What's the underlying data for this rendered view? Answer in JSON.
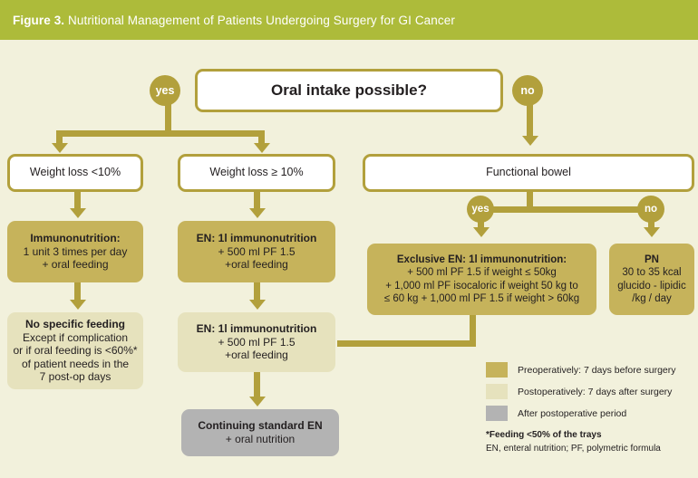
{
  "header": {
    "figure_label": "Figure 3.",
    "title": " Nutritional Management of Patients Undergoing Surgery for GI Cancer"
  },
  "nodes": {
    "oral_intake": {
      "line1": "Oral intake possible?"
    },
    "weight_loss_low": {
      "line1": "Weight loss <10%"
    },
    "weight_loss_high": {
      "line1": "Weight loss ≥ 10%"
    },
    "functional_bowel": {
      "line1": "Functional bowel"
    },
    "immunonutrition": {
      "line1": "Immunonutrition:",
      "line2": "1 unit 3 times per day",
      "line3": "+ oral feeding"
    },
    "no_specific_feeding": {
      "line1": "No specific feeding",
      "line2": "Except if complication",
      "line3": "or if oral feeding is <60%*",
      "line4": "of patient needs in the",
      "line5": "7 post-op days"
    },
    "en_pre": {
      "line1": "EN: 1l immunonutrition",
      "line2": "+ 500 ml PF 1.5",
      "line3": "+oral feeding"
    },
    "en_post": {
      "line1": "EN: 1l immunonutrition",
      "line2": "+ 500 ml PF 1.5",
      "line3": "+oral feeding"
    },
    "continuing_en": {
      "line1": "Continuing standard EN",
      "line2": "+ oral nutrition"
    },
    "exclusive_en": {
      "line1": "Exclusive EN: 1l immunonutrition:",
      "line2": "+ 500 ml PF 1.5 if weight ≤ 50kg",
      "line3": "+ 1,000 ml PF isocaloric if weight 50 kg to",
      "line4": "≤ 60 kg + 1,000 ml PF 1.5 if weight > 60kg"
    },
    "pn": {
      "line1": "PN",
      "line2": "30 to 35 kcal",
      "line3": "glucido - lipidic",
      "line4": "/kg / day"
    }
  },
  "branches": {
    "oral_yes": "yes",
    "oral_no": "no",
    "bowel_yes": "yes",
    "bowel_no": "no"
  },
  "legend": {
    "items": [
      {
        "label": "Preoperatively: 7 days before surgery",
        "swatch": "dark",
        "color": "#c6b35b"
      },
      {
        "label": "Postoperatively: 7 days after surgery",
        "swatch": "light",
        "color": "#e6e2bd"
      },
      {
        "label": "After postoperative period",
        "swatch": "grey",
        "color": "#b3b3b3"
      }
    ],
    "footnote1": "*Feeding <50% of the trays",
    "footnote2": "EN, enteral nutrition; PF, polymetric formula"
  },
  "colors": {
    "header_bar": "#adbb3a",
    "page_background": "#f2f1dc",
    "connector": "#b2a03c",
    "preoperative": "#c6b35b",
    "postoperative": "#e6e2bd",
    "after_postoperative": "#b3b3b3"
  }
}
